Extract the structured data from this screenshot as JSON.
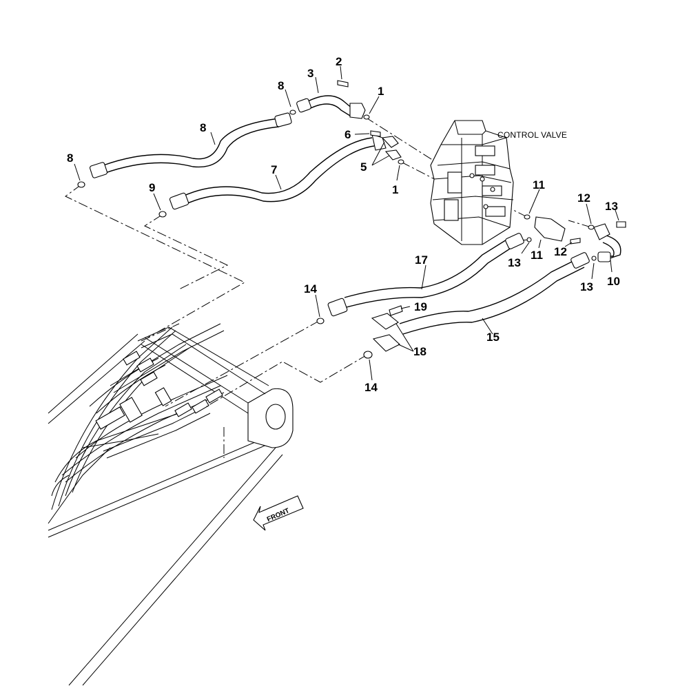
{
  "diagram": {
    "labels": {
      "control_valve": "CONTROL VALVE",
      "front": "FRONT"
    },
    "callouts": [
      {
        "id": "c1a",
        "text": "1"
      },
      {
        "id": "c1b",
        "text": "1"
      },
      {
        "id": "c2",
        "text": "2"
      },
      {
        "id": "c3",
        "text": "3"
      },
      {
        "id": "c4",
        "text": "4"
      },
      {
        "id": "c5",
        "text": "5"
      },
      {
        "id": "c6",
        "text": "6"
      },
      {
        "id": "c7",
        "text": "7"
      },
      {
        "id": "c8a",
        "text": "8"
      },
      {
        "id": "c8b",
        "text": "8"
      },
      {
        "id": "c8c",
        "text": "8"
      },
      {
        "id": "c9",
        "text": "9"
      },
      {
        "id": "c10",
        "text": "10"
      },
      {
        "id": "c11a",
        "text": "11"
      },
      {
        "id": "c11b",
        "text": "11"
      },
      {
        "id": "c12a",
        "text": "12"
      },
      {
        "id": "c12b",
        "text": "12"
      },
      {
        "id": "c13a",
        "text": "13"
      },
      {
        "id": "c13b",
        "text": "13"
      },
      {
        "id": "c13c",
        "text": "13"
      },
      {
        "id": "c14",
        "text": "14"
      },
      {
        "id": "c15",
        "text": "15"
      },
      {
        "id": "c17",
        "text": "17"
      },
      {
        "id": "c18",
        "text": "18"
      },
      {
        "id": "c19",
        "text": "19"
      }
    ]
  }
}
